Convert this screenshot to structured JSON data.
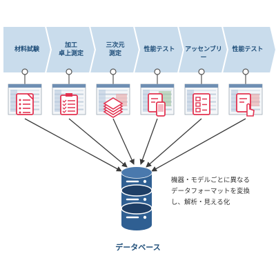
{
  "steps": [
    {
      "label": "材料試験",
      "icon": "document-list-icon"
    },
    {
      "label": "加工\n卓上測定",
      "icon": "clipboard-checklist-icon"
    },
    {
      "label": "三次元\n測定",
      "icon": "layered-stack-icon"
    },
    {
      "label": "性能テスト",
      "icon": "mobile-report-icon"
    },
    {
      "label": "アッセンブリー",
      "icon": "form-grid-icon"
    },
    {
      "label": "性能テスト",
      "icon": "report-touch-icon"
    }
  ],
  "database": {
    "label": "データベース",
    "icon": "database-cylinder-icon"
  },
  "description": [
    "機器・モデルごとに異なる",
    "データフォーマットを変換",
    "し、解析・見える化"
  ],
  "colors": {
    "chevron": "#c9dcec",
    "chevron_text": "#1f4e79",
    "icon_red": "#e2314f",
    "arrow": "#3a3a3a",
    "db_blue": "#2f5f92",
    "db_dark": "#1f3f66"
  }
}
